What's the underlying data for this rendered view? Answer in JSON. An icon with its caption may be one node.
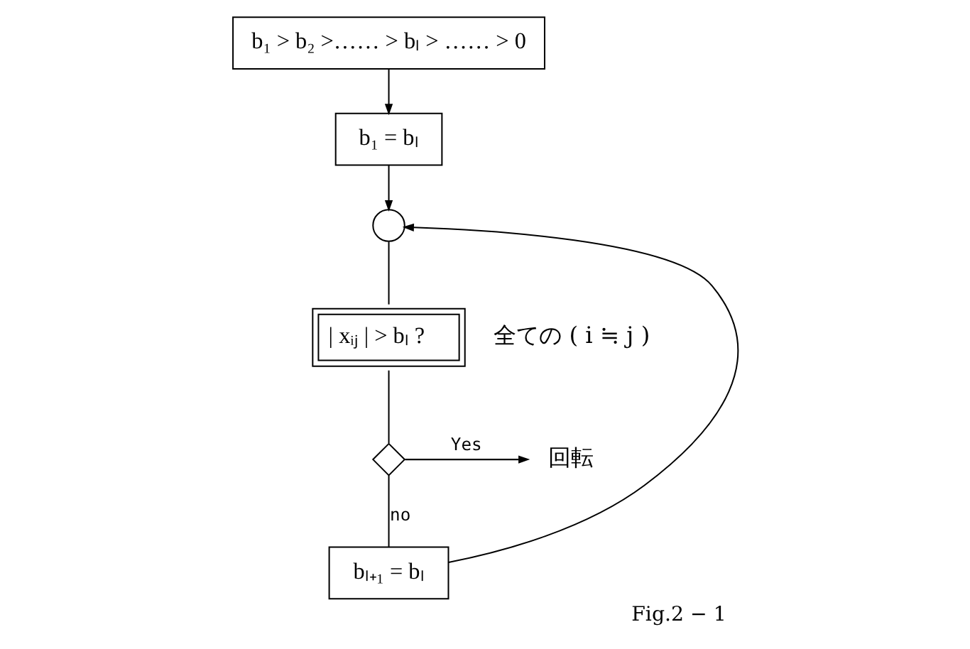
{
  "diagram": {
    "caption": "Fig.2 − 1",
    "nodes": [
      {
        "text": [
          "b₁ > b₂ >…… > bₗ > …… > 0"
        ]
      },
      {
        "text": [
          "b₁ = bₗ"
        ]
      },
      {
        "text": [],
        "shape": "circle"
      },
      {
        "text": [
          "| xᵢⱼ | > bₗ ?"
        ],
        "beside": [
          "全ての ( i ≒ j )"
        ]
      },
      {
        "text": [],
        "shape": "diamond"
      },
      {
        "text": [
          "回転"
        ]
      },
      {
        "text": [
          "bₗ₊₁ = bₗ"
        ]
      }
    ],
    "edges": [
      {
        "from": 0,
        "to": 1,
        "arrow": "to"
      },
      {
        "from": 1,
        "to": 2,
        "arrow": "to"
      },
      {
        "from": 2,
        "to": 3,
        "arrow": "none"
      },
      {
        "from": 3,
        "to": 4,
        "arrow": "none"
      },
      {
        "from": 4,
        "to": 5,
        "arrow": "to",
        "label": "Yes"
      },
      {
        "from": 4,
        "to": 6,
        "arrow": "none",
        "label": "no"
      },
      {
        "from": 6,
        "to": 2,
        "arrow": "to"
      }
    ]
  }
}
